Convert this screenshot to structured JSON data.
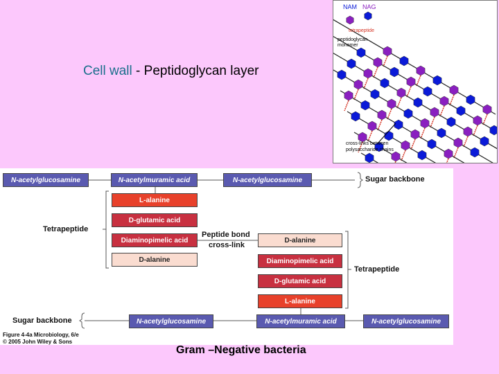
{
  "title": {
    "part1": "Cell wall",
    "sep": " - ",
    "part2": "Peptidoglycan layer"
  },
  "caption": "Gram –Negative bacteria",
  "inset": {
    "nam": "NAM",
    "nag": "NAG",
    "tetrapeptide": "tetrapeptide",
    "monomer_line1": "peptidoglycan",
    "monomer_line2": "monomer",
    "crosslink_line1": "cross-links between",
    "crosslink_line2": "polysaccharide chains",
    "colors": {
      "nam": "#8a1fc0",
      "nag": "#0a1ad8",
      "peptide": "#d43020"
    }
  },
  "panel": {
    "top_row": [
      "N-acetylglucosamine",
      "N-acetylmuramic acid",
      "N-acetylglucosamine"
    ],
    "sugar_top": "Sugar backbone",
    "left_peptide": [
      "L-alanine",
      "D-glutamic acid",
      "Diaminopimelic acid",
      "D-alanine"
    ],
    "tetrapeptide_left": "Tetrapeptide",
    "peptide_bond": "Peptide bond",
    "cross_link": "cross-link",
    "right_peptide": [
      "D-alanine",
      "Diaminopimelic acid",
      "D-glutamic acid",
      "L-alanine"
    ],
    "tetrapeptide_right": "Tetrapeptide",
    "sugar_bottom": "Sugar backbone",
    "bottom_row": [
      "N-acetylglucosamine",
      "N-acetylmuramic acid",
      "N-acetylglucosamine"
    ],
    "figure_credit": [
      "Figure 4-4a Microbiology, 6/e",
      "© 2005 John Wiley & Sons"
    ]
  }
}
